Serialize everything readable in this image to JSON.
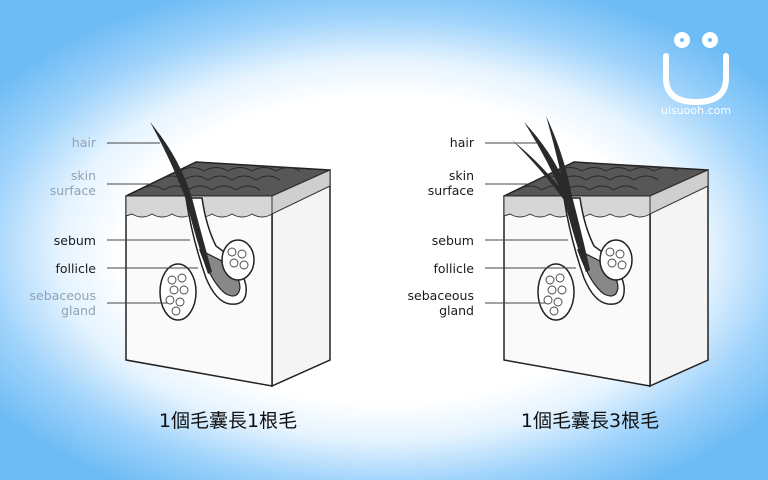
{
  "diagrams": [
    {
      "labels": {
        "hair": "hair",
        "skin_surface": [
          "skin",
          "surface"
        ],
        "sebum": "sebum",
        "follicle": "follicle",
        "sebaceous_gland": [
          "sebaceous",
          "gland"
        ]
      },
      "caption": "1個毛囊長1根毛",
      "hair_count": 1
    },
    {
      "labels": {
        "hair": "hair",
        "skin_surface": [
          "skin",
          "surface"
        ],
        "sebum": "sebum",
        "follicle": "follicle",
        "sebaceous_gland": [
          "sebaceous",
          "gland"
        ]
      },
      "caption": "1個毛囊長3根毛",
      "hair_count": 3
    }
  ],
  "watermark": {
    "text": "uisuooh.com",
    "icon": "smiley-u-logo-icon"
  },
  "colors": {
    "background_edge": "#6ebcf5",
    "skin_surface": "#5a5a5a",
    "hair": "#2a2a2a",
    "label_faded": "#8fa3b5"
  }
}
